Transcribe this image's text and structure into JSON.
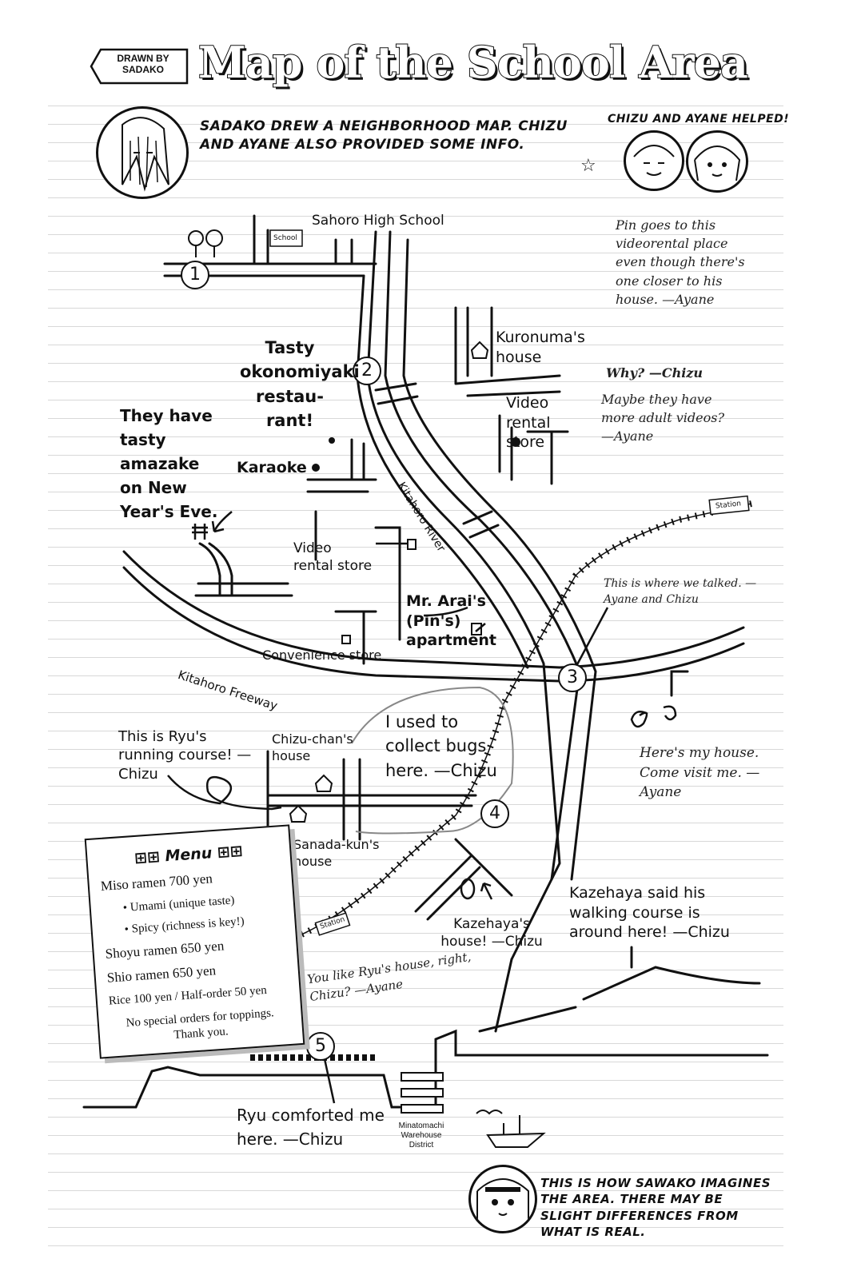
{
  "header": {
    "drawn_by": "DRAWN BY SADAKO",
    "title": "Map of the School Area",
    "intro": "SADAKO DREW A NEIGHBORHOOD MAP. CHIZU AND AYANE ALSO PROVIDED SOME INFO.",
    "helpers": "CHIZU AND AYANE HELPED!"
  },
  "map": {
    "markers": [
      "1",
      "2",
      "3",
      "4",
      "5"
    ],
    "places": {
      "school_label": "Sahoro High School",
      "school_sign": "School",
      "kuronuma": "Kuronuma's house",
      "video_rental_1": "Video rental store",
      "video_rental_2": "Video rental store",
      "okonomiyaki": "Tasty okonomiyaki restau- rant!",
      "karaoke": "Karaoke",
      "river": "Kitahoro River",
      "station_1": "Station",
      "station_2": "Station",
      "arai": "Mr. Arai's (Pin's) apartment",
      "convenience": "Convenience store",
      "freeway": "Kitahoro Freeway",
      "chizu_house": "Chizu-chan's house",
      "sanada_house": "Sanada-kun's house",
      "kazehaya_house": "Kazehaya's house! —Chizu",
      "warehouse": "Minatomachi Warehouse District"
    },
    "notes": {
      "amazake": "They have tasty amazake on New Year's Eve.",
      "pin": "Pin goes to this videorental place even though there's one closer to his house. —Ayane",
      "why": "Why? —Chizu",
      "adult": "Maybe they have more adult videos? —Ayane",
      "talked": "This is where we talked. —Ayane and Chizu",
      "ryu_course": "This is Ryu's running course! —Chizu",
      "bugs": "I used to collect bugs here. —Chizu",
      "ayane_house": "Here's my house. Come visit me. —Ayane",
      "walking": "Kazehaya said his walking course is around here! —Chizu",
      "like_ryu": "You like Ryu's house, right, Chizu? —Ayane",
      "comforted": "Ryu comforted me here. —Chizu"
    }
  },
  "menu": {
    "title": "Menu",
    "items": [
      "Miso ramen 700 yen",
      "• Umami (unique taste)",
      "• Spicy (richness is key!)",
      "Shoyu ramen 650 yen",
      "Shio ramen 650 yen",
      "Rice 100 yen / Half-order 50 yen"
    ],
    "note": "No special orders for toppings. Thank you."
  },
  "footer": {
    "disclaimer": "THIS IS HOW SAWAKO IMAGINES THE AREA. THERE MAY BE SLIGHT DIFFERENCES FROM WHAT IS REAL."
  }
}
